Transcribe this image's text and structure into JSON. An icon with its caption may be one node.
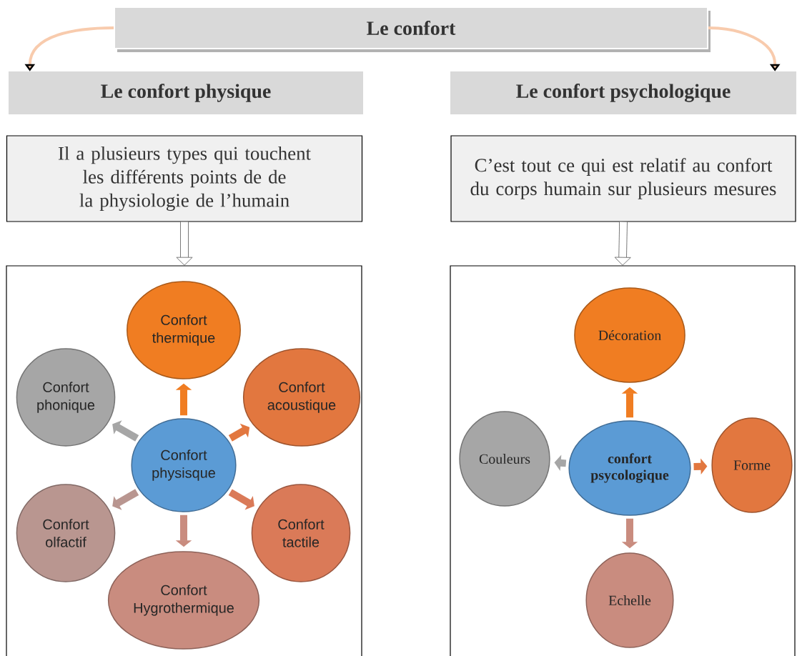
{
  "diagram": {
    "nodes": [
      {
        "text": [
          "Le confort"
        ]
      },
      {
        "text": [
          "Le confort physique"
        ]
      },
      {
        "text": [
          "Le confort psychologique"
        ]
      },
      {
        "text": [
          "Il a plusieurs types qui touchent les différents points de de la physiologie de l’humain"
        ]
      },
      {
        "text": [
          "C’est tout ce qui est relatif au confort du corps humain sur plusieurs mesures"
        ]
      },
      {
        "text": [],
        "shape": "box"
      },
      {
        "text": [
          "Confort thermique"
        ],
        "in": 5
      },
      {
        "text": [
          "Confort phonique"
        ],
        "in": 5
      },
      {
        "text": [
          "Confort acoustique"
        ],
        "in": 5
      },
      {
        "text": [
          "Confort physisque"
        ],
        "in": 5
      },
      {
        "text": [
          "Confort olfactif"
        ],
        "in": 5
      },
      {
        "text": [
          "Confort tactile"
        ],
        "in": 5
      },
      {
        "text": [
          "Confort Hygrothermique"
        ],
        "in": 5
      },
      {
        "text": [],
        "shape": "box"
      },
      {
        "text": [
          "Décoration"
        ],
        "in": 13
      },
      {
        "text": [
          "Couleurs"
        ],
        "in": 13
      },
      {
        "text": [
          "confort psycologique"
        ],
        "in": 13
      },
      {
        "text": [
          "Forme"
        ],
        "in": 13
      },
      {
        "text": [
          "Echelle"
        ],
        "in": 13
      }
    ],
    "edges": [
      {
        "from": 0,
        "to": 1,
        "arrow": "to",
        "color": "#f8cbad"
      },
      {
        "from": 0,
        "to": 2,
        "arrow": "to",
        "color": "#f8cbad"
      },
      {
        "from": 3,
        "to": 5,
        "arrow": "to",
        "color": "#595959"
      },
      {
        "from": 4,
        "to": 13,
        "arrow": "to",
        "color": "#595959"
      },
      {
        "from": 9,
        "to": 6,
        "arrow": "to",
        "color": "#f07d22"
      },
      {
        "from": 9,
        "to": 8,
        "arrow": "to",
        "color": "#e2773f"
      },
      {
        "from": 9,
        "to": 11,
        "arrow": "to",
        "color": "#da7a58"
      },
      {
        "from": 9,
        "to": 12,
        "arrow": "to",
        "color": "#c98c7f"
      },
      {
        "from": 9,
        "to": 10,
        "arrow": "to",
        "color": "#b99690"
      },
      {
        "from": 9,
        "to": 7,
        "arrow": "to",
        "color": "#a6a6a6"
      },
      {
        "from": 16,
        "to": 14,
        "arrow": "to",
        "color": "#f07d22"
      },
      {
        "from": 16,
        "to": 17,
        "arrow": "to",
        "color": "#e2773f"
      },
      {
        "from": 16,
        "to": 18,
        "arrow": "to",
        "color": "#c98c7f"
      },
      {
        "from": 16,
        "to": 15,
        "arrow": "to",
        "color": "#a6a6a6"
      }
    ]
  }
}
